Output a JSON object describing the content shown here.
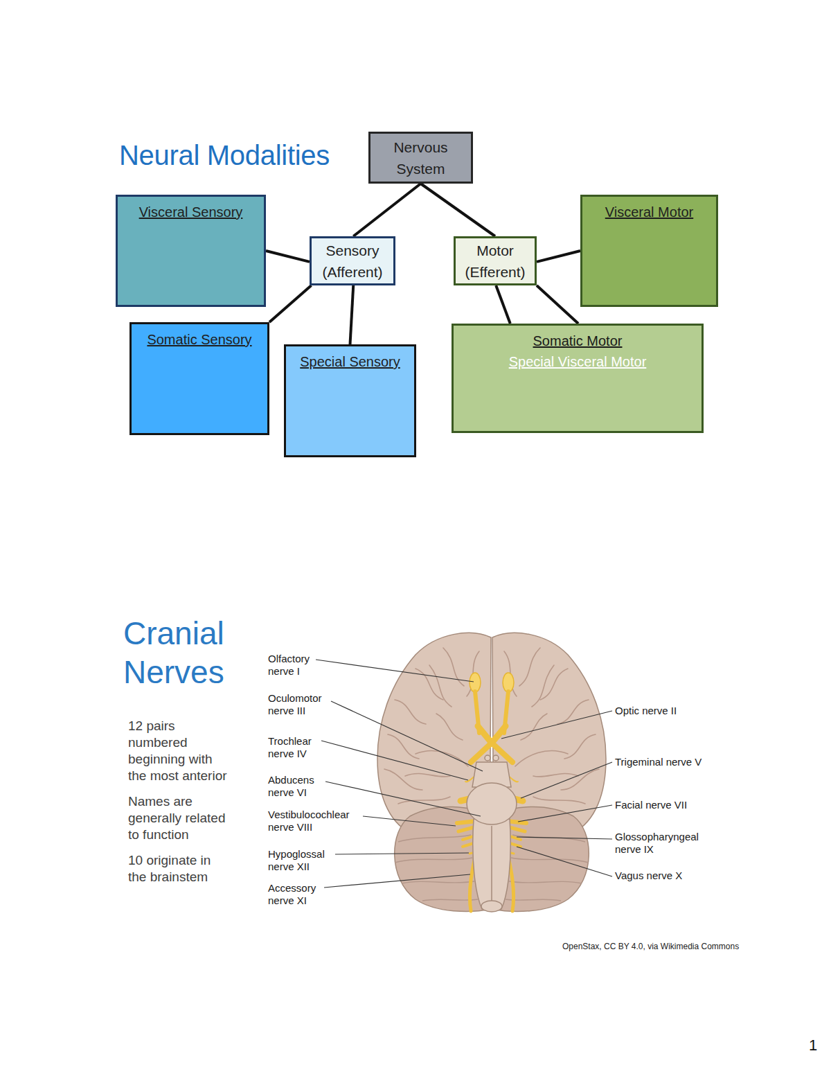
{
  "diagram": {
    "title": "Neural Modalities",
    "nodes": [
      {
        "text": [
          "Nervous System"
        ]
      },
      {
        "text": [
          "Visceral Sensory"
        ]
      },
      {
        "text": [
          "Visceral Motor"
        ]
      },
      {
        "text": [
          "Sensory (Afferent)"
        ]
      },
      {
        "text": [
          "Motor (Efferent)"
        ]
      },
      {
        "text": [
          "Somatic Sensory"
        ]
      },
      {
        "text": [
          "Somatic Motor",
          "Special Visceral Motor"
        ]
      },
      {
        "text": [
          "Special Sensory"
        ]
      }
    ],
    "edges": [
      {
        "from": 0,
        "to": 3,
        "arrow": "none"
      },
      {
        "from": 0,
        "to": 4,
        "arrow": "none"
      },
      {
        "from": 3,
        "to": 1,
        "arrow": "none"
      },
      {
        "from": 3,
        "to": 5,
        "arrow": "none"
      },
      {
        "from": 3,
        "to": 7,
        "arrow": "none"
      },
      {
        "from": 4,
        "to": 2,
        "arrow": "none"
      },
      {
        "from": 4,
        "to": 6,
        "arrow": "none"
      },
      {
        "from": 4,
        "to": 6,
        "arrow": "none"
      }
    ],
    "labels": [
      "Cranial Nerves",
      "12 pairs numbered beginning with the most anterior",
      "Names are generally related to function",
      "10 originate in the brainstem",
      "Olfactory nerve I",
      "Oculomotor nerve III",
      "Optic nerve II",
      "Trochlear nerve IV",
      "Trigeminal nerve V",
      "Abducens nerve VI",
      "Facial nerve VII",
      "Vestibulocochlear nerve VIII",
      "Glossopharyngeal nerve IX",
      "Hypoglossal nerve XII",
      "Vagus nerve X",
      "Accessory nerve XI",
      "OpenStax, CC BY 4.0, via Wikimedia Commons",
      "1"
    ]
  }
}
